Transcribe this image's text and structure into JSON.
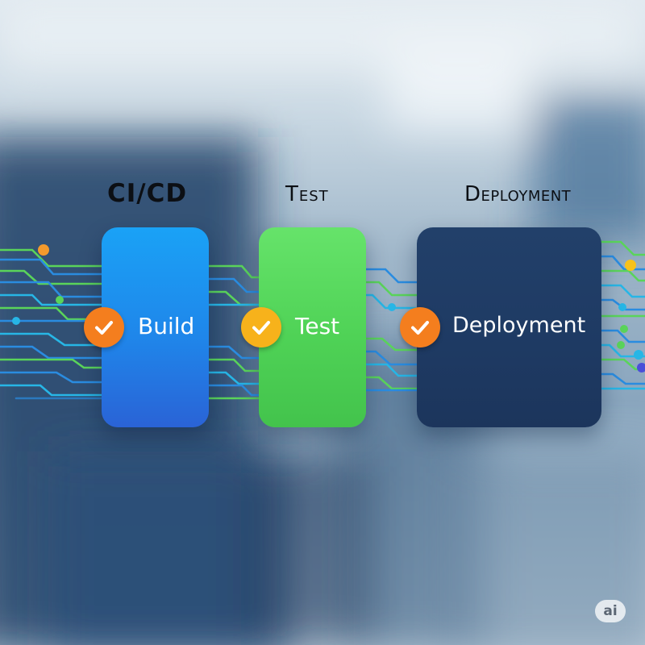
{
  "headings": {
    "cicd": "CI/CD",
    "test": "Test",
    "deployment": "Deployment"
  },
  "stages": {
    "build": {
      "label": "Build",
      "color": "#1f86ea"
    },
    "test": {
      "label": "Test",
      "color": "#4fd256"
    },
    "deployment": {
      "label": "Deployment",
      "color": "#1e3a63"
    }
  },
  "check_colors": {
    "build": "#f47e1e",
    "test": "#f7b21b",
    "deployment": "#f47e1e"
  },
  "circuit_colors": {
    "blue": "#2a8ce0",
    "green": "#5ad45a",
    "cyan": "#27b6e6",
    "orange_node": "#f39a2c",
    "yellow_node": "#f7c21b",
    "purple_node": "#4a4fd8"
  },
  "watermark": "ai",
  "icons": {
    "check": "check-icon"
  }
}
